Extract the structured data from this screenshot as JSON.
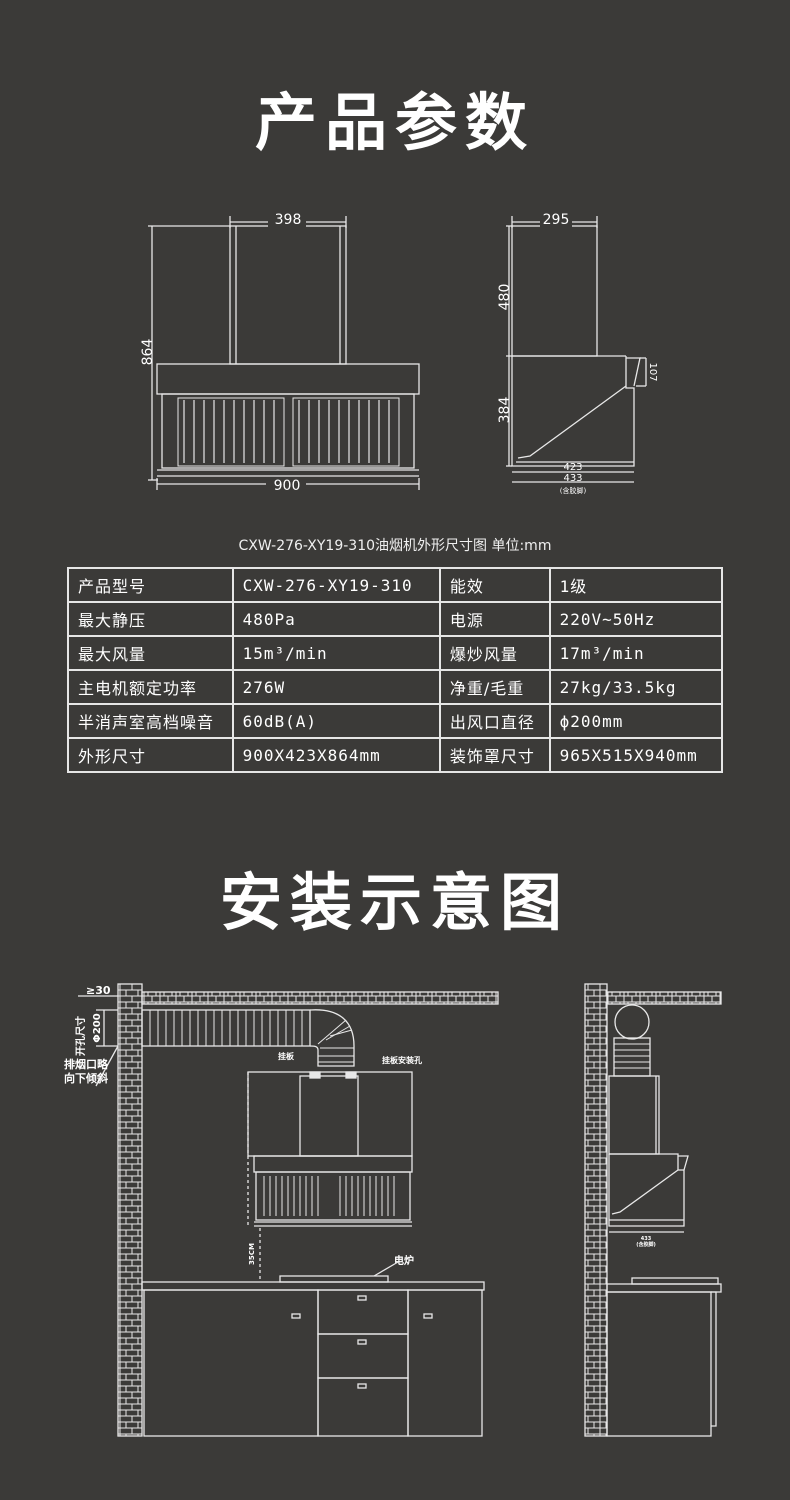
{
  "heading_params": "产品参数",
  "heading_install": "安装示意图",
  "dims_front": {
    "top_width": "398",
    "height": "864",
    "bottom_width": "900"
  },
  "dims_side": {
    "top_depth": "295",
    "upper_height": "480",
    "lower_height": "384",
    "panel_height": "107",
    "depth_1": "423",
    "depth_2": "433",
    "depth_note": "(含胶脚)"
  },
  "caption": "CXW-276-XY19-310油烟机外形尺寸图    单位:mm",
  "specs": [
    [
      "产品型号",
      "CXW-276-XY19-310",
      "能效",
      "1级"
    ],
    [
      "最大静压",
      "480Pa",
      "电源",
      "220V~50Hz"
    ],
    [
      "最大风量",
      "15m³/min",
      "爆炒风量",
      "17m³/min"
    ],
    [
      "主电机额定功率",
      "276W",
      "净重/毛重",
      "27kg/33.5kg"
    ],
    [
      "半消声室高档噪音",
      "60dB(A)",
      "出风口直径",
      "ϕ200mm"
    ],
    [
      "外形尺寸",
      "900X423X864mm",
      "装饰罩尺寸",
      "965X515X940mm"
    ]
  ],
  "install_labels": {
    "gap": "≥30",
    "hole_size": "开孔尺寸",
    "hole_dia": "Φ200",
    "slope_1": "排烟口略",
    "slope_2": "向下倾斜",
    "hanger": "挂板",
    "hanger_holes": "挂板安装孔",
    "clearance": "35CM",
    "stove": "电炉",
    "side_note": "(含胶脚)",
    "side_dim": "433"
  }
}
